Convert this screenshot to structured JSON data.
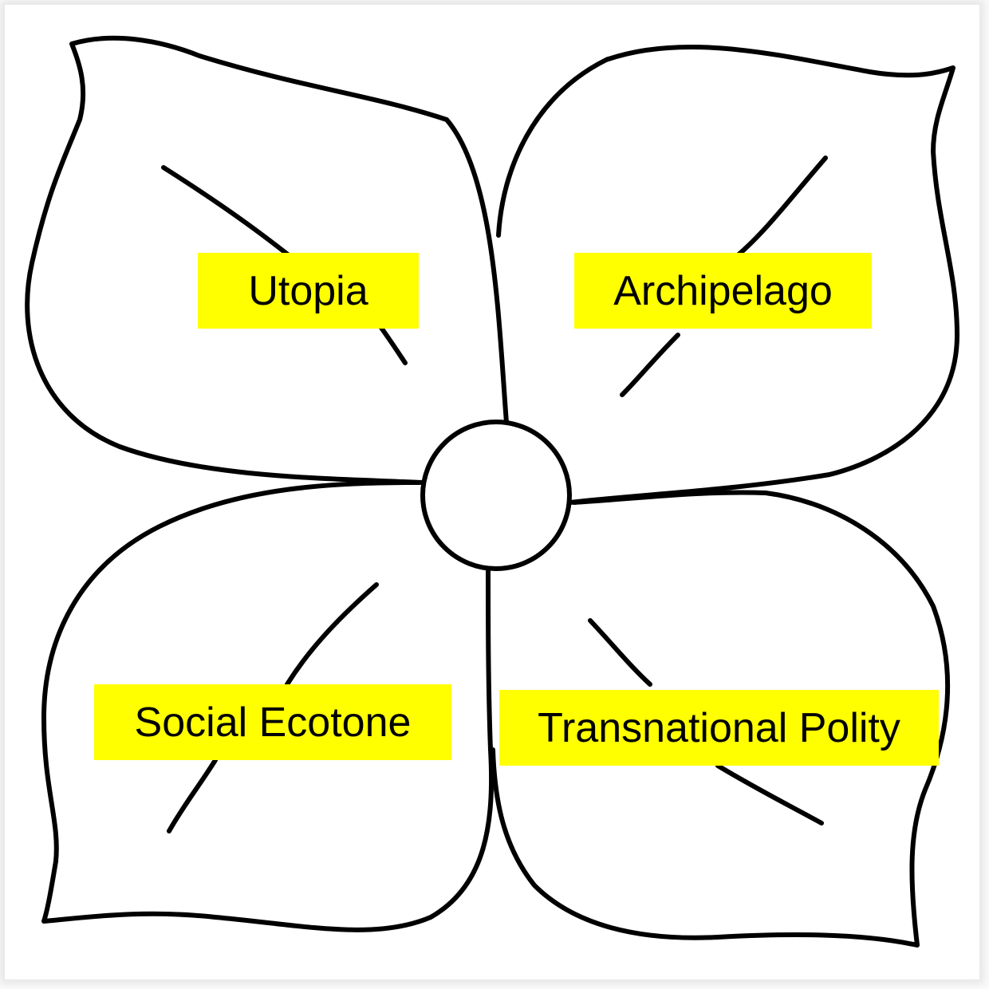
{
  "diagram": {
    "center": "",
    "petals": [
      {
        "position": "top-left",
        "label": "Utopia"
      },
      {
        "position": "top-right",
        "label": "Archipelago"
      },
      {
        "position": "bottom-left",
        "label": "Social Ecotone"
      },
      {
        "position": "bottom-right",
        "label": "Transnational Polity"
      }
    ]
  },
  "colors": {
    "label_background": "#ffff00",
    "outline": "#000000",
    "petal_fill": "#ffffff"
  }
}
